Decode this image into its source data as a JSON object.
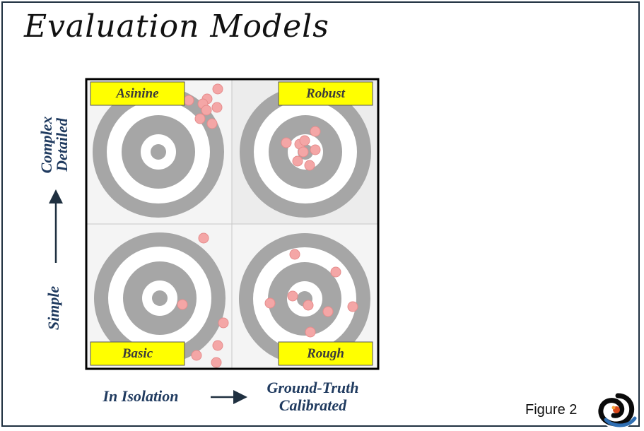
{
  "title": "Evaluation Models",
  "y_axis": {
    "low_label": "Simple",
    "high_label_line1": "Complex",
    "high_label_line2": "Detailed"
  },
  "x_axis": {
    "low_label": "In Isolation",
    "high_label_line1": "Ground-Truth",
    "high_label_line2": "Calibrated"
  },
  "quadrants": [
    {
      "id": "asinine",
      "label": "Asinine",
      "position": "top-left"
    },
    {
      "id": "robust",
      "label": "Robust",
      "position": "top-right"
    },
    {
      "id": "basic",
      "label": "Basic",
      "position": "bottom-left"
    },
    {
      "id": "rough",
      "label": "Rough",
      "position": "bottom-right"
    }
  ],
  "figure_label": "Figure 2",
  "colors": {
    "frame": "#1f3040",
    "axis_text": "#1f3a5f",
    "label_box": "#ffff00",
    "ring": "#a6a6a6",
    "shot": "#f4a6a6",
    "quad_bg_light": "#f4f4f4",
    "quad_bg_dark": "#ececec"
  }
}
